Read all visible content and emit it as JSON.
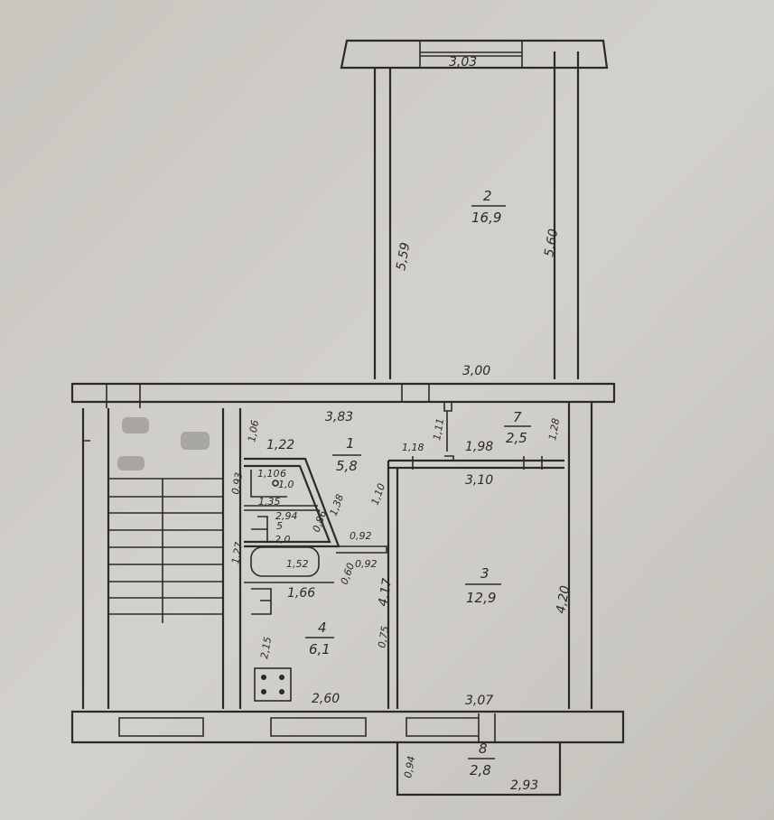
{
  "plan": {
    "rooms": [
      {
        "number": "1",
        "area": "5,8"
      },
      {
        "number": "2",
        "area": "16,9"
      },
      {
        "number": "3",
        "area": "12,9"
      },
      {
        "number": "4",
        "area": "6,1"
      },
      {
        "number": "5",
        "area": "2,0"
      },
      {
        "number": "6",
        "area": "1,0"
      },
      {
        "number": "7",
        "area": "2,5"
      },
      {
        "number": "8",
        "area": "2,8"
      }
    ],
    "dimensions": {
      "balcony_top_width": "3,03",
      "room2_left": "5,59",
      "room2_right": "5,60",
      "room2_bottom": "3,00",
      "hall_top": "3,83",
      "door_opening": "1,11",
      "hall_left_offset": "1,18",
      "hall_mid": "1,98",
      "closet_side": "1,28",
      "wc_left_wall": "1,06",
      "wc_top": "1,22",
      "wc_inner": "1,10",
      "wc_bottom": "1,35",
      "diag_wc": "1,38",
      "hall_right": "1,10",
      "bath_left_top": "0,93",
      "bath_top": "2,94",
      "bath_side": "0,92",
      "bath_tub": "1,52",
      "bath_diag": "0,60",
      "bath_side2": "0,92",
      "bath_diag2": "0,86",
      "kitchen_top": "1,66",
      "left_mid": "1,27",
      "room3_top": "3,10",
      "room3_left": "4,17",
      "room3_right": "4,20",
      "kitchen_left": "2,15",
      "kitchen_right": "0,75",
      "kitchen_bottom": "2,60",
      "room3_bottom": "3,07",
      "balcony_bottom_depth": "0,94",
      "balcony_bottom_width": "2,93"
    }
  }
}
